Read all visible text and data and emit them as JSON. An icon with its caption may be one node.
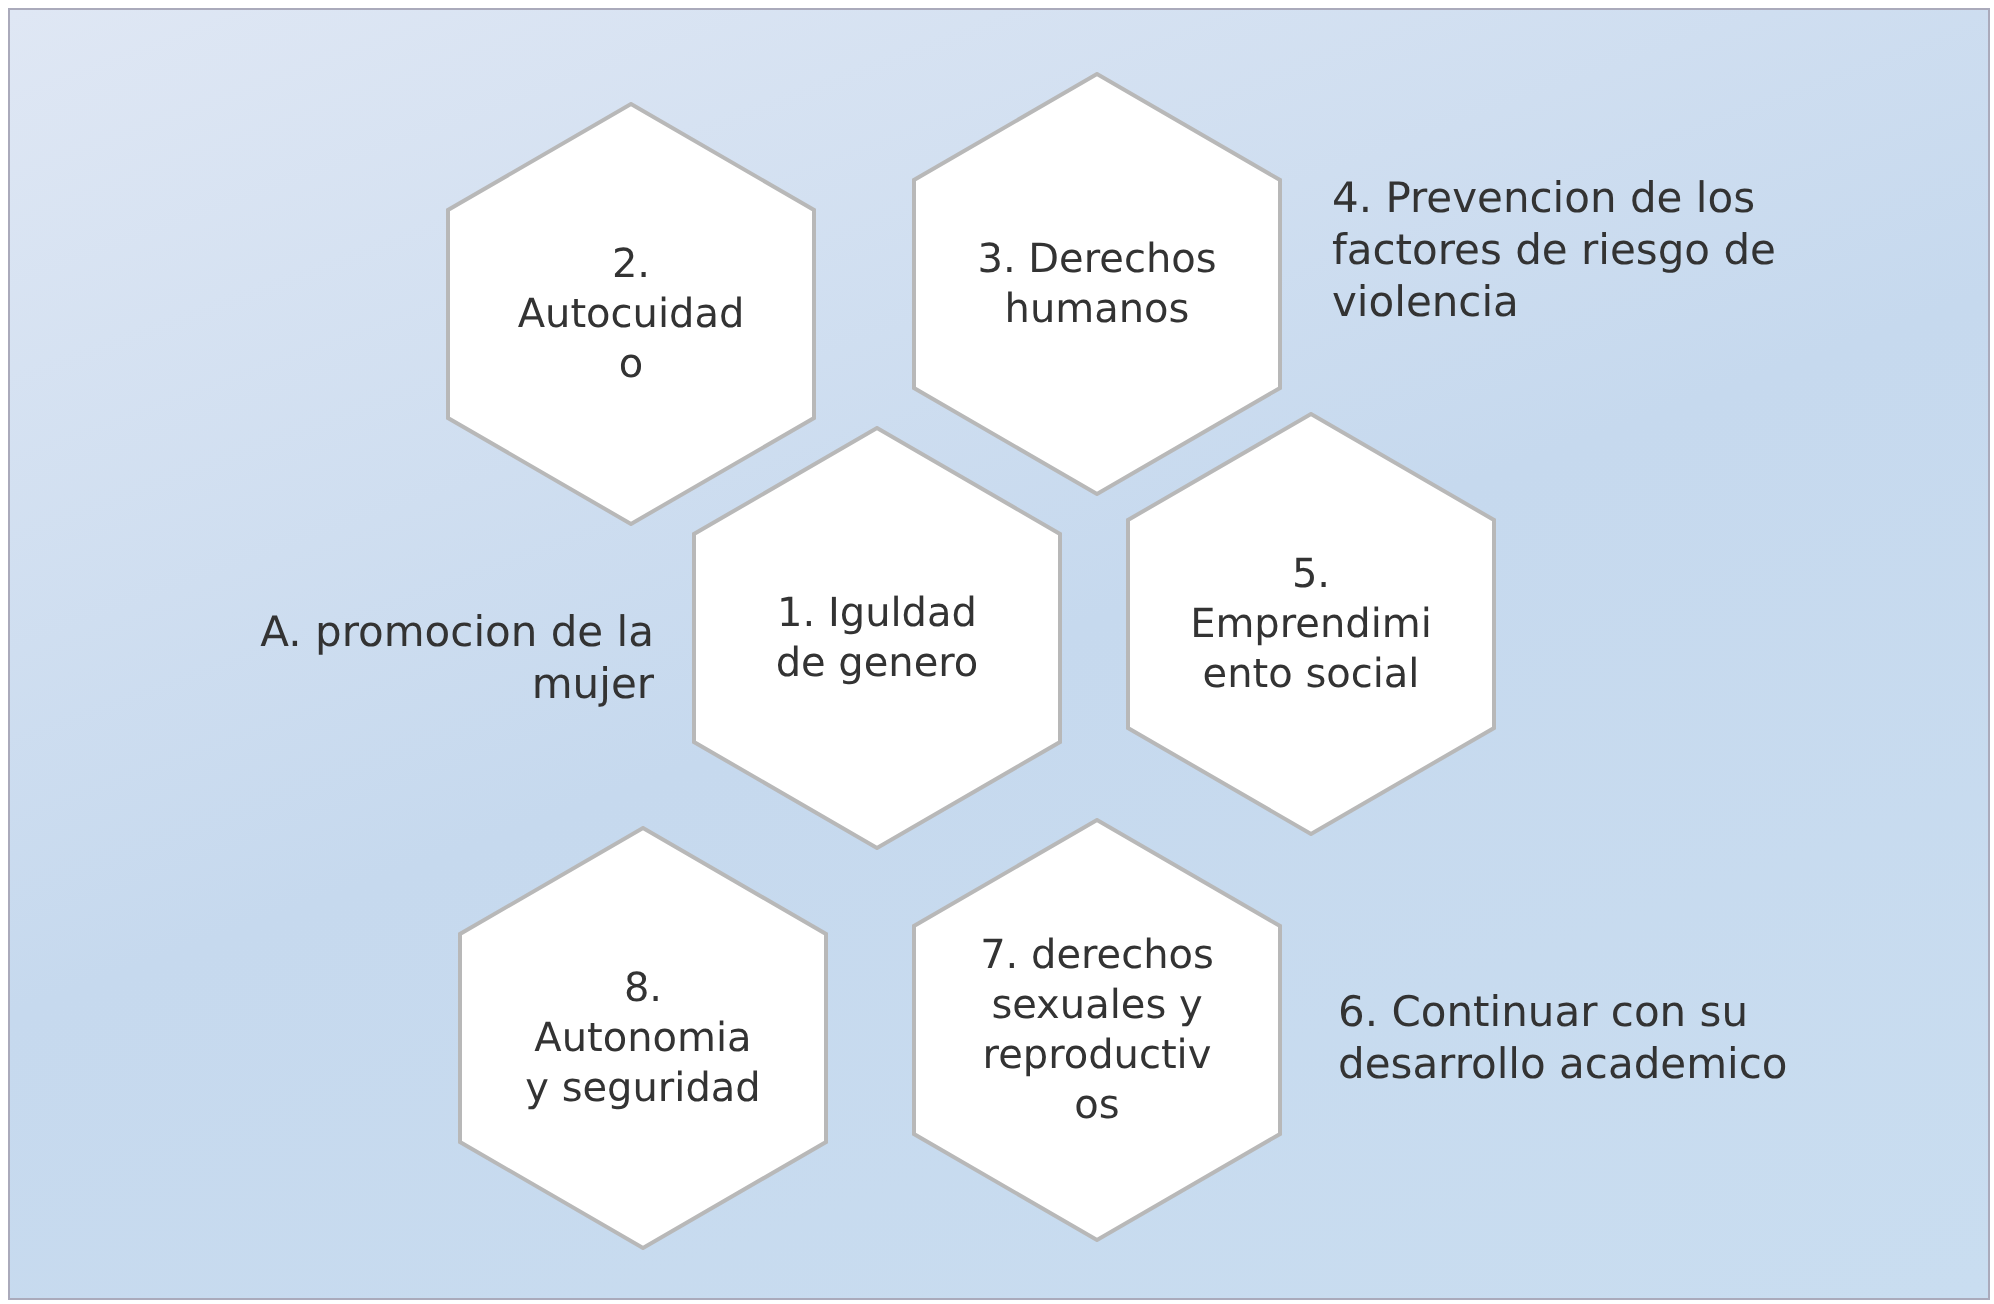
{
  "diagram": {
    "nodes": [
      {
        "text": [
          "2. Autocuidado"
        ]
      },
      {
        "text": [
          "3. Derechos humanos"
        ]
      },
      {
        "text": [
          "1. Iguldad de genero"
        ]
      },
      {
        "text": [
          "5. Emprendimiento social"
        ]
      },
      {
        "text": [
          "8. Autonomia y seguridad"
        ]
      },
      {
        "text": [
          "7. derechos sexuales y reproductivos"
        ]
      }
    ],
    "edges": [],
    "labels": [
      "4. Prevencion de los factores de riesgo de violencia",
      "A. promocion de la mujer",
      "6. Continuar con su desarrollo academico"
    ]
  }
}
